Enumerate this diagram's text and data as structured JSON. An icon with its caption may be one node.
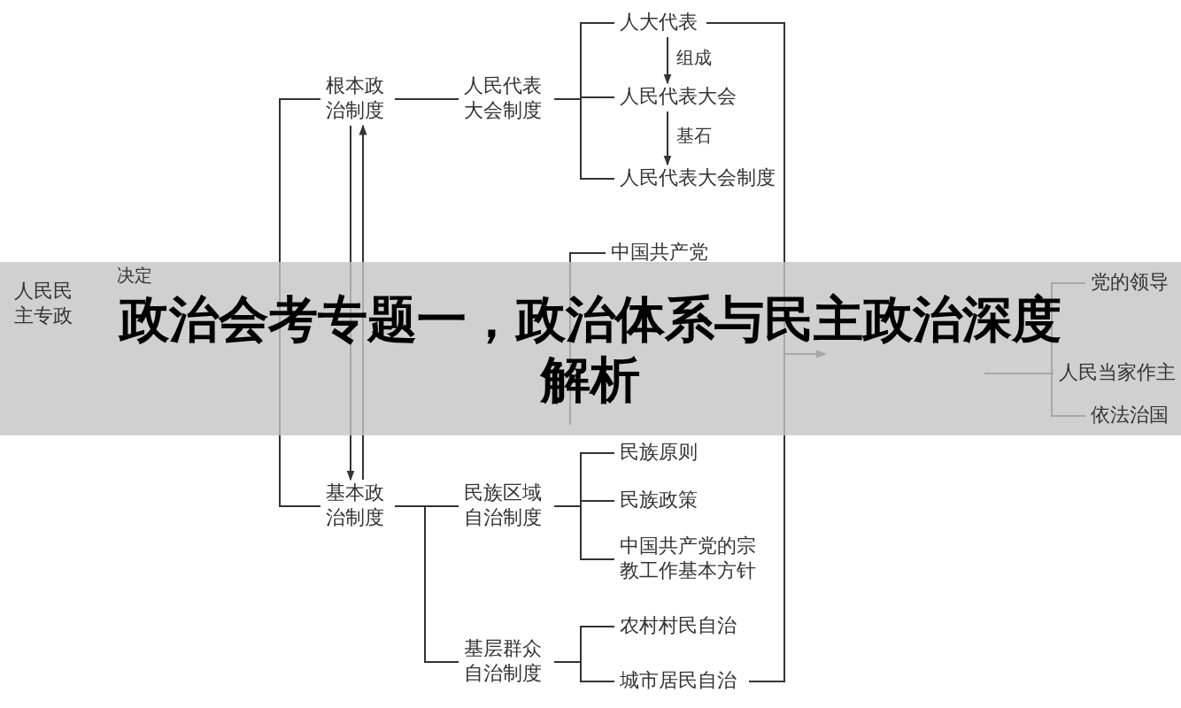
{
  "diagram": {
    "title": "政治会考专题一，政治体系与民主政治深度解析",
    "nodes": [
      {
        "text": [
          "人大代表"
        ]
      },
      {
        "text": [
          "人民代表大会"
        ]
      },
      {
        "text": [
          "人民代表大会制度"
        ]
      },
      {
        "text": [
          "根本政治制度"
        ]
      },
      {
        "text": [
          "人民代表大会制度"
        ]
      },
      {
        "text": [
          "中国共产党"
        ]
      },
      {
        "text": [
          "党的领导"
        ]
      },
      {
        "text": [
          "人民当家作主"
        ]
      },
      {
        "text": [
          "依法治国"
        ]
      },
      {
        "text": [
          "基本政治制度"
        ]
      },
      {
        "text": [
          "民族区域自治制度"
        ]
      },
      {
        "text": [
          "民族原则"
        ]
      },
      {
        "text": [
          "民族政策"
        ]
      },
      {
        "text": [
          "中国共产党的宗教工作基本方针"
        ]
      },
      {
        "text": [
          "基层群众自治制度"
        ]
      },
      {
        "text": [
          "农村村民自治"
        ]
      },
      {
        "text": [
          "城市居民自治"
        ]
      }
    ],
    "edges": [
      {
        "from": 0,
        "to": 1,
        "arrow": "to",
        "label": "组成"
      },
      {
        "from": 1,
        "to": 2,
        "arrow": "to",
        "label": "基石"
      },
      {
        "from": 4,
        "to": 0,
        "arrow": "none"
      },
      {
        "from": 4,
        "to": 1,
        "arrow": "none"
      },
      {
        "from": 4,
        "to": 2,
        "arrow": "none"
      },
      {
        "from": 3,
        "to": 4,
        "arrow": "none"
      },
      {
        "from": 3,
        "to": 9,
        "arrow": "to"
      },
      {
        "from": 9,
        "to": 3,
        "arrow": "to"
      },
      {
        "from": 3,
        "to": 9,
        "arrow": "none"
      },
      {
        "from": 9,
        "to": 10,
        "arrow": "none"
      },
      {
        "from": 9,
        "to": 14,
        "arrow": "none"
      },
      {
        "from": 10,
        "to": 11,
        "arrow": "none"
      },
      {
        "from": 10,
        "to": 12,
        "arrow": "none"
      },
      {
        "from": 10,
        "to": 13,
        "arrow": "none"
      },
      {
        "from": 14,
        "to": 15,
        "arrow": "none"
      },
      {
        "from": 14,
        "to": 16,
        "arrow": "none"
      },
      {
        "from": 0,
        "to": null,
        "arrow": "to"
      },
      {
        "from": 16,
        "to": null,
        "arrow": "to"
      },
      {
        "from": 5,
        "to": null,
        "arrow": "none"
      },
      {
        "from": null,
        "to": 6,
        "arrow": "none"
      },
      {
        "from": null,
        "to": 7,
        "arrow": "none"
      },
      {
        "from": null,
        "to": 8,
        "arrow": "none"
      }
    ],
    "labels": [
      "人民民主专政",
      "决定"
    ]
  }
}
